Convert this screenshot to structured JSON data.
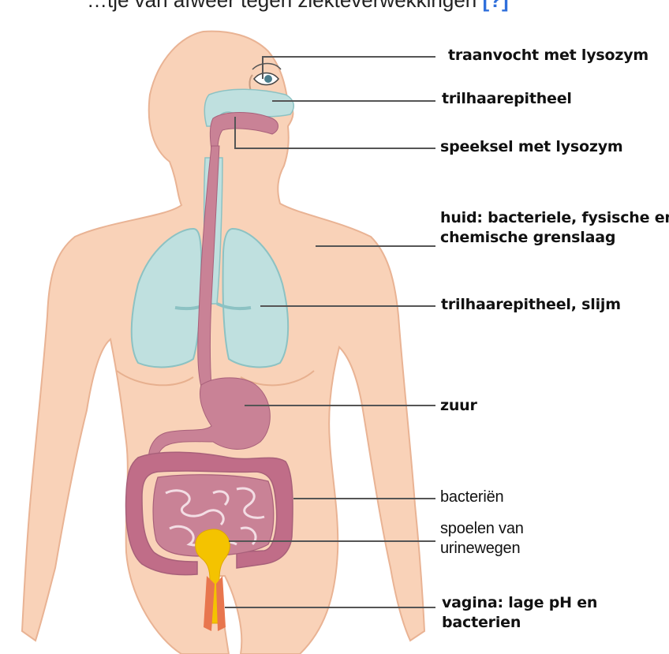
{
  "caption": {
    "text": "…tje van afweer tegen ziekteverwekkingen",
    "ref_marker": "[?]"
  },
  "labels": {
    "tears": "traanvocht met lysozym",
    "nose_cilia": "trilhaarepitheel",
    "saliva": "speeksel met lysozym",
    "skin_line1": "huid: bacteriele, fysische en",
    "skin_line2": "chemische grenslaag",
    "lung_cilia": "trilhaarepitheel, slijm",
    "acid": "zuur",
    "bacteria": "bacteriën",
    "urine_line1": "spoelen van",
    "urine_line2": "urinewegen",
    "vagina_line1": "vagina: lage pH en",
    "vagina_line2": "bacterien"
  },
  "colors": {
    "skin": "#f9d2b8",
    "skin_outline": "#e9b394",
    "lung": "#bfe0df",
    "lung_outline": "#8cc2c3",
    "digestive": "#c98296",
    "digestive_dark": "#a8607a",
    "bladder": "#f4c300",
    "leader_line": "#555555"
  }
}
